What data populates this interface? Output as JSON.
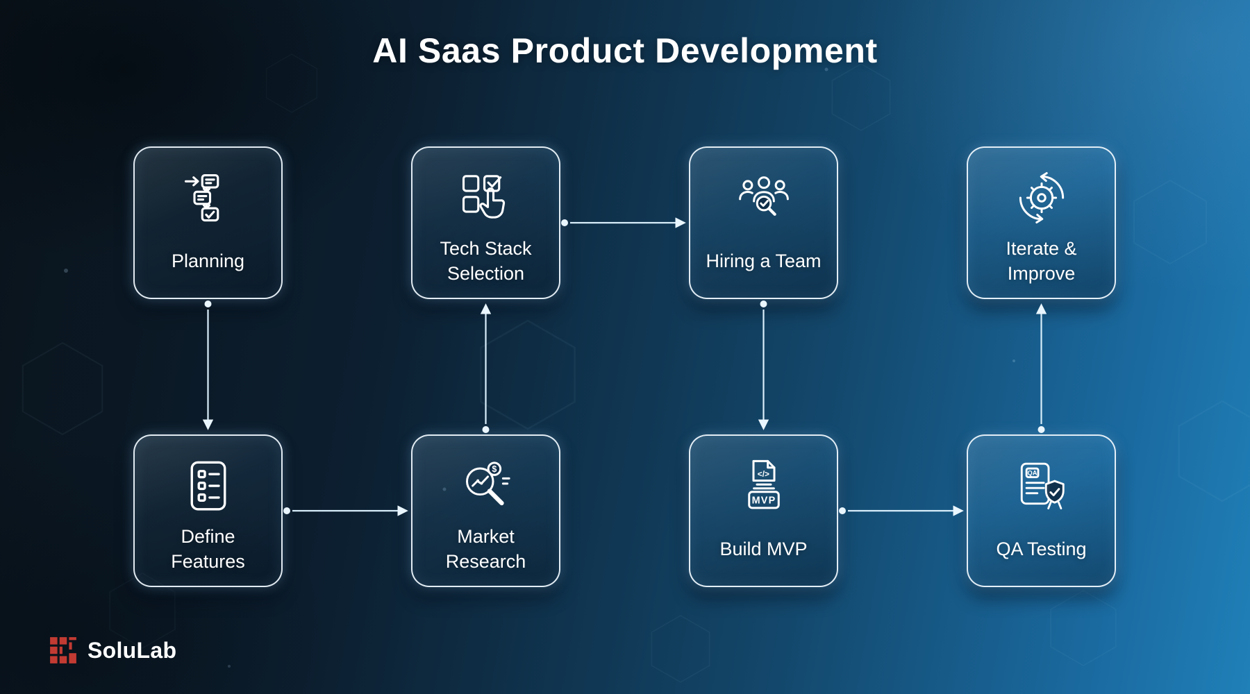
{
  "title": "AI Saas Product Development",
  "brand": {
    "name": "SoluLab"
  },
  "nodes": [
    {
      "id": "planning",
      "label": "Planning",
      "icon": "workflow-icon"
    },
    {
      "id": "tech-stack-selection",
      "label": "Tech Stack\nSelection",
      "icon": "checklist-select-icon"
    },
    {
      "id": "hiring-a-team",
      "label": "Hiring a Team",
      "icon": "team-search-icon"
    },
    {
      "id": "iterate-improve",
      "label": "Iterate &\nImprove",
      "icon": "gear-cycle-icon"
    },
    {
      "id": "define-features",
      "label": "Define\nFeatures",
      "icon": "feature-list-icon"
    },
    {
      "id": "market-research",
      "label": "Market\nResearch",
      "icon": "market-magnifier-icon"
    },
    {
      "id": "build-mvp",
      "label": "Build MVP",
      "icon": "mvp-document-icon"
    },
    {
      "id": "qa-testing",
      "label": "QA Testing",
      "icon": "qa-shield-icon"
    }
  ],
  "icon_texts": {
    "code": "</>",
    "mvp": "MVP",
    "qa": "QA",
    "dollar": "$"
  },
  "connections": [
    {
      "from": "Planning",
      "to": "Define Features",
      "direction": "down"
    },
    {
      "from": "Define Features",
      "to": "Market Research",
      "direction": "right"
    },
    {
      "from": "Market Research",
      "to": "Tech Stack Selection",
      "direction": "up"
    },
    {
      "from": "Tech Stack Selection",
      "to": "Hiring a Team",
      "direction": "right"
    },
    {
      "from": "Hiring a Team",
      "to": "Build MVP",
      "direction": "down"
    },
    {
      "from": "Build MVP",
      "to": "QA Testing",
      "direction": "right"
    },
    {
      "from": "QA Testing",
      "to": "Iterate & Improve",
      "direction": "up"
    }
  ],
  "colors": {
    "background_left": "#0a131b",
    "background_right": "#2080b8",
    "card_border": "#eef7fd",
    "connector": "#d9eefb",
    "text": "#ffffff",
    "logo_red": "#c23b33"
  }
}
